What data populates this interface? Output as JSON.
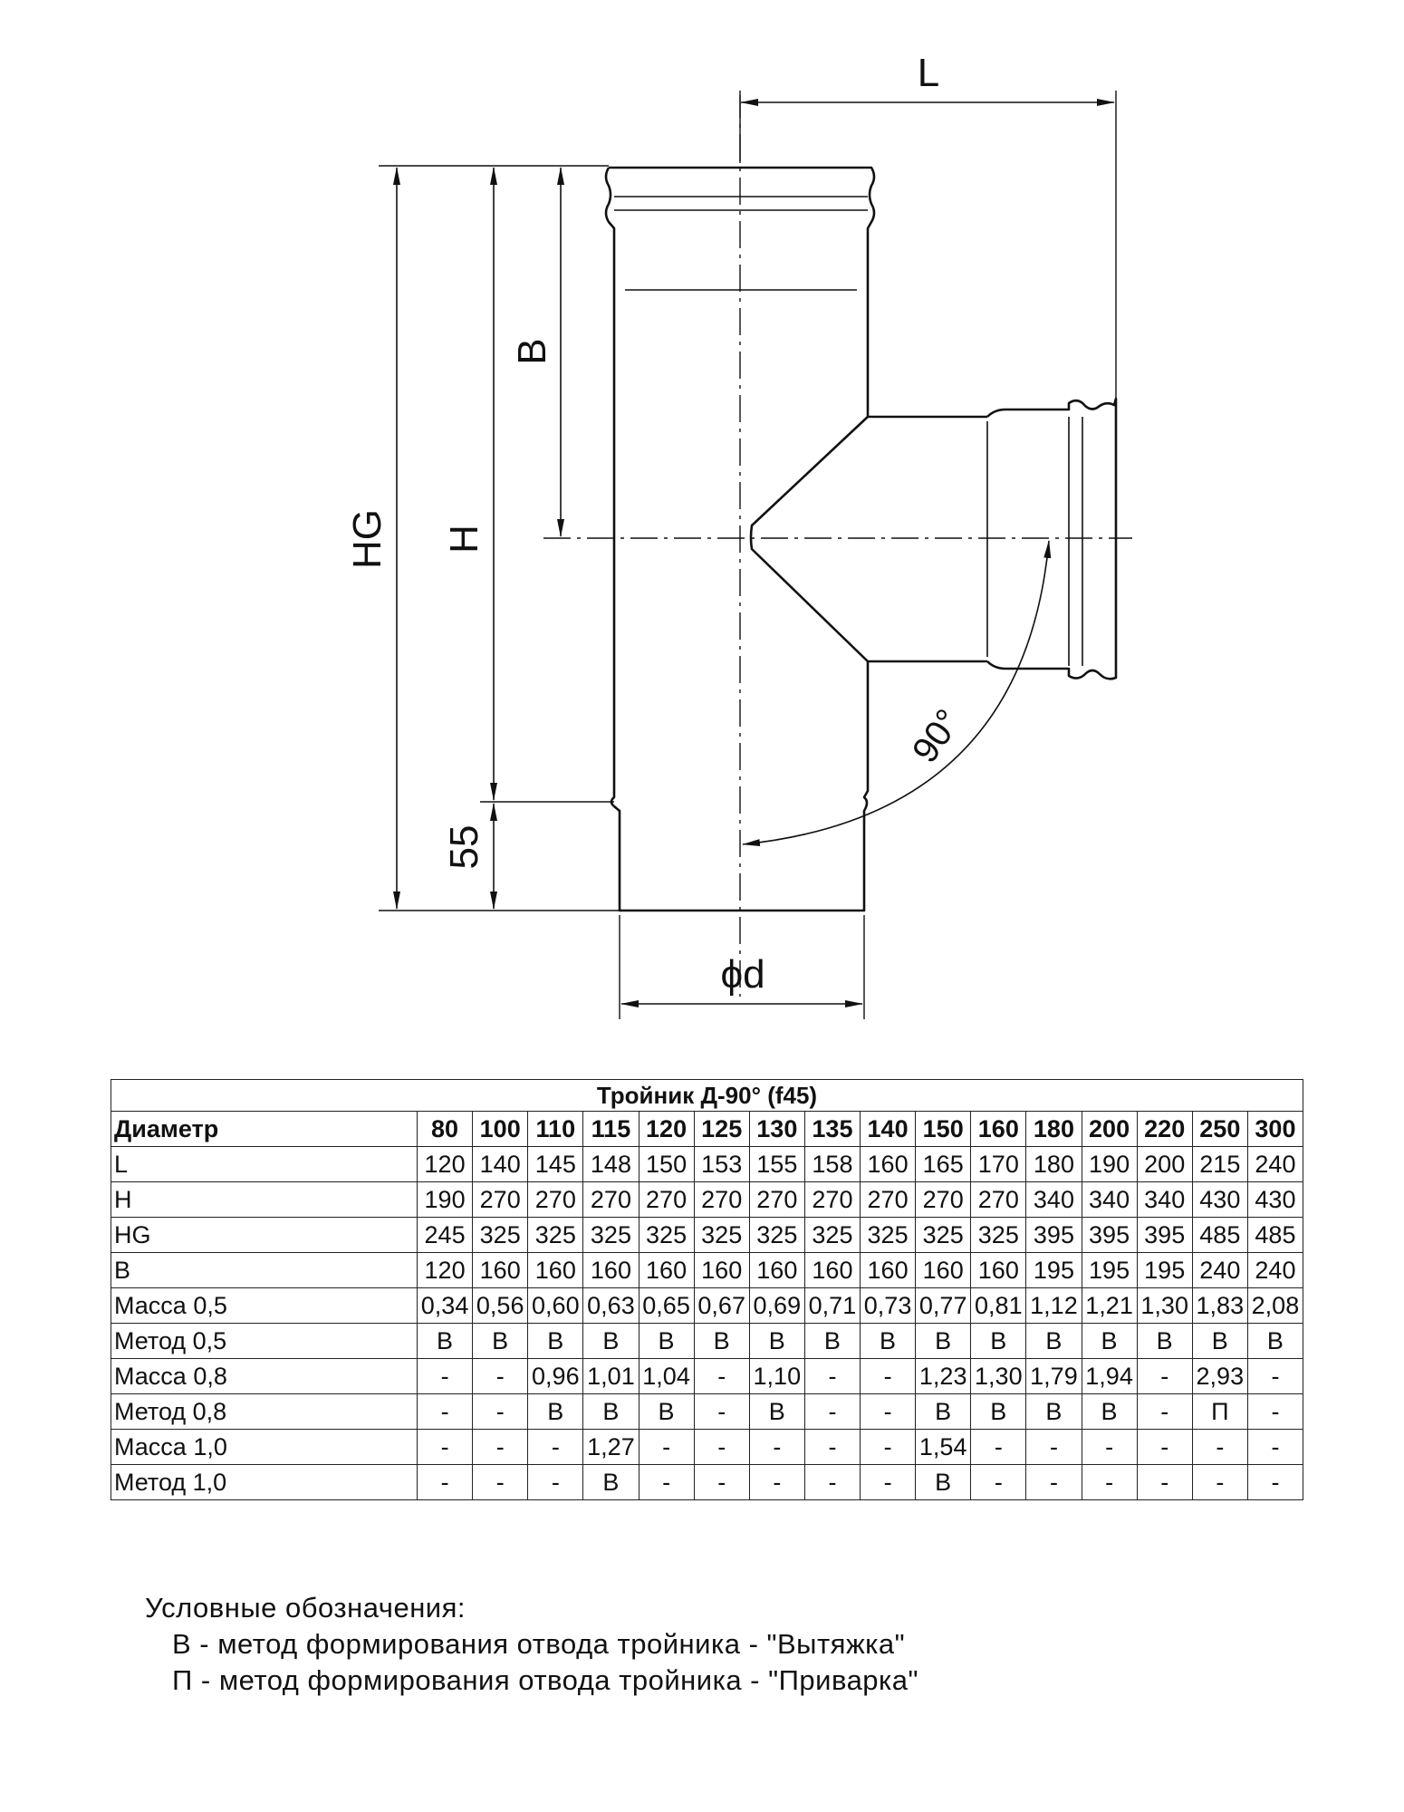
{
  "drawing": {
    "dim_labels": {
      "L": "L",
      "HG": "HG",
      "H": "H",
      "B": "B",
      "bottom_len": "55",
      "diameter": "ϕd",
      "angle": "90°"
    }
  },
  "table": {
    "title": "Тройник Д-90° (f45)",
    "header_label": "Диаметр",
    "diameters": [
      "80",
      "100",
      "110",
      "115",
      "120",
      "125",
      "130",
      "135",
      "140",
      "150",
      "160",
      "180",
      "200",
      "220",
      "250",
      "300"
    ],
    "rows": [
      {
        "label": "L",
        "values": [
          "120",
          "140",
          "145",
          "148",
          "150",
          "153",
          "155",
          "158",
          "160",
          "165",
          "170",
          "180",
          "190",
          "200",
          "215",
          "240"
        ]
      },
      {
        "label": "H",
        "values": [
          "190",
          "270",
          "270",
          "270",
          "270",
          "270",
          "270",
          "270",
          "270",
          "270",
          "270",
          "340",
          "340",
          "340",
          "430",
          "430"
        ]
      },
      {
        "label": "HG",
        "values": [
          "245",
          "325",
          "325",
          "325",
          "325",
          "325",
          "325",
          "325",
          "325",
          "325",
          "325",
          "395",
          "395",
          "395",
          "485",
          "485"
        ]
      },
      {
        "label": "B",
        "values": [
          "120",
          "160",
          "160",
          "160",
          "160",
          "160",
          "160",
          "160",
          "160",
          "160",
          "160",
          "195",
          "195",
          "195",
          "240",
          "240"
        ]
      },
      {
        "label": "Масса 0,5",
        "values": [
          "0,34",
          "0,56",
          "0,60",
          "0,63",
          "0,65",
          "0,67",
          "0,69",
          "0,71",
          "0,73",
          "0,77",
          "0,81",
          "1,12",
          "1,21",
          "1,30",
          "1,83",
          "2,08"
        ]
      },
      {
        "label": "Метод 0,5",
        "values": [
          "В",
          "В",
          "В",
          "В",
          "В",
          "В",
          "В",
          "В",
          "В",
          "В",
          "В",
          "В",
          "В",
          "В",
          "В",
          "В"
        ]
      },
      {
        "label": "Масса 0,8",
        "values": [
          "-",
          "-",
          "0,96",
          "1,01",
          "1,04",
          "-",
          "1,10",
          "-",
          "-",
          "1,23",
          "1,30",
          "1,79",
          "1,94",
          "-",
          "2,93",
          "-"
        ]
      },
      {
        "label": "Метод 0,8",
        "values": [
          "-",
          "-",
          "В",
          "В",
          "В",
          "-",
          "В",
          "-",
          "-",
          "В",
          "В",
          "В",
          "В",
          "-",
          "П",
          "-"
        ]
      },
      {
        "label": "Масса 1,0",
        "values": [
          "-",
          "-",
          "-",
          "1,27",
          "-",
          "-",
          "-",
          "-",
          "-",
          "1,54",
          "-",
          "-",
          "-",
          "-",
          "-",
          "-"
        ]
      },
      {
        "label": "Метод 1,0",
        "values": [
          "-",
          "-",
          "-",
          "В",
          "-",
          "-",
          "-",
          "-",
          "-",
          "В",
          "-",
          "-",
          "-",
          "-",
          "-",
          "-"
        ]
      }
    ]
  },
  "legend": {
    "title": "Условные обозначения:",
    "items": [
      "В - метод формирования отвода тройника - \"Вытяжка\"",
      "П - метод формирования отвода тройника - \"Приварка\""
    ]
  }
}
